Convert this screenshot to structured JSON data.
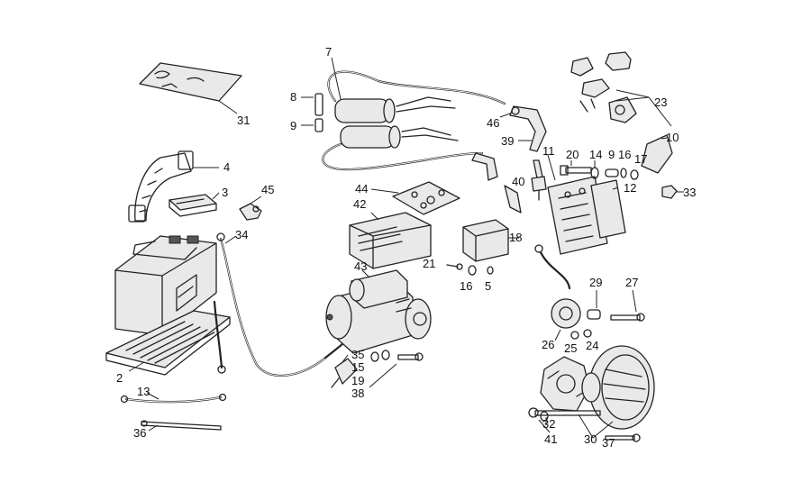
{
  "diagram": {
    "labels": {
      "l31": "31",
      "l7": "7",
      "l8": "8",
      "l9": "9",
      "l46": "46",
      "l39": "39",
      "l23": "23",
      "l10": "10",
      "l11": "11",
      "l20": "20",
      "l14": "14",
      "l9b": "9",
      "l16a": "16",
      "l17": "17",
      "l12": "12",
      "l33": "33",
      "l40": "40",
      "l4": "4",
      "l3": "3",
      "l45": "45",
      "l44": "44",
      "l42": "42",
      "l18": "18",
      "l34": "34",
      "l43": "43",
      "l21": "21",
      "l16b": "16",
      "l5": "5",
      "l29": "29",
      "l27": "27",
      "l26": "26",
      "l25": "25",
      "l24": "24",
      "l2": "2",
      "l35": "35",
      "l15": "15",
      "l19": "19",
      "l38": "38",
      "l13": "13",
      "l36": "36",
      "l32": "32",
      "l41": "41",
      "l30": "30",
      "l37": "37"
    }
  }
}
